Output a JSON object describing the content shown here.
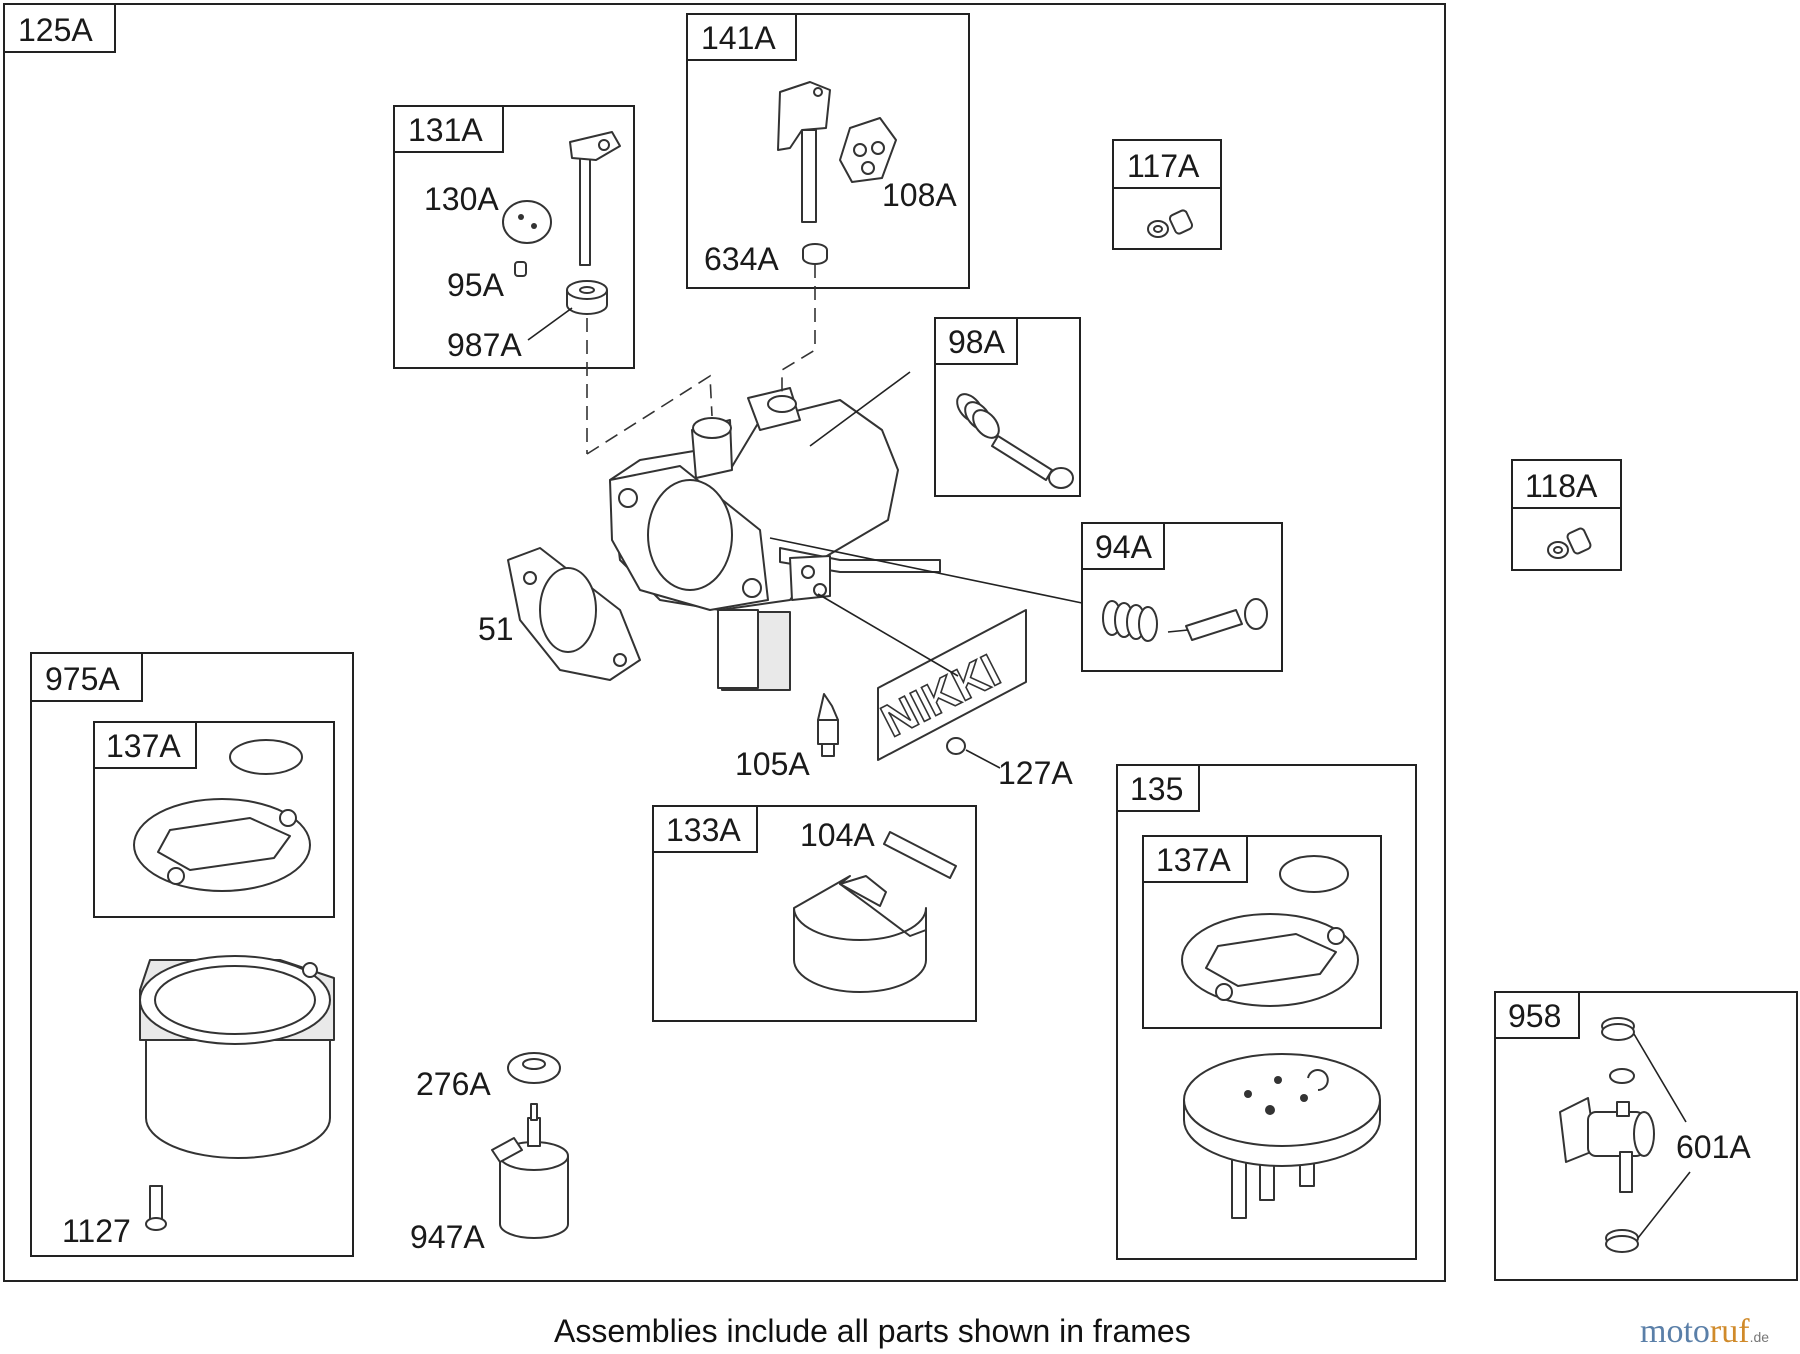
{
  "frames": {
    "f125A": "125A",
    "f131A": "131A",
    "f141A": "141A",
    "f117A": "117A",
    "f98A": "98A",
    "f118A": "118A",
    "f94A": "94A",
    "f975A": "975A",
    "f137A_left": "137A",
    "f133A": "133A",
    "f135": "135",
    "f137A_right": "137A",
    "f958": "958"
  },
  "callouts": {
    "p130A": "130A",
    "p95A": "95A",
    "p987A": "987A",
    "p108A": "108A",
    "p634A": "634A",
    "p51": "51",
    "p105A": "105A",
    "p127A": "127A",
    "p104A": "104A",
    "p276A": "276A",
    "p947A": "947A",
    "p1127": "1127",
    "p601A": "601A"
  },
  "embossed": "NIKKI",
  "caption": "Assemblies include all parts shown in frames",
  "watermark": {
    "a": "moto",
    "b": "ruf",
    "c": ".de"
  }
}
